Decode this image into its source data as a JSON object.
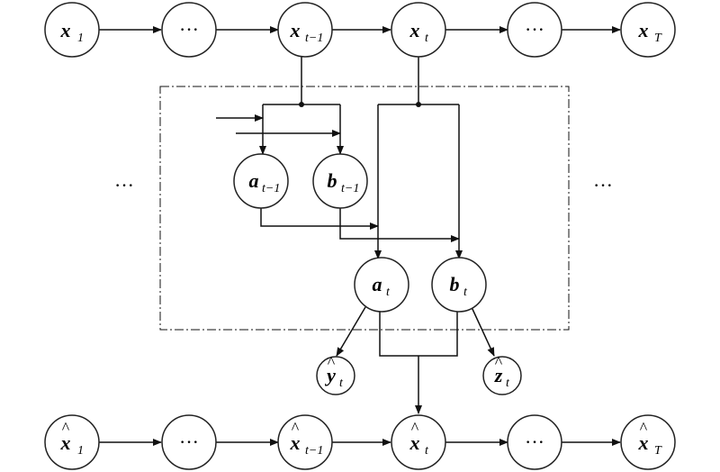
{
  "top_nodes": [
    {
      "var": "x",
      "sub": "1",
      "hat": ""
    },
    {
      "var": "",
      "sub": "",
      "hat": "",
      "dots": "···"
    },
    {
      "var": "x",
      "sub": "t−1",
      "hat": ""
    },
    {
      "var": "x",
      "sub": "t",
      "hat": ""
    },
    {
      "var": "",
      "sub": "",
      "hat": "",
      "dots": "···"
    },
    {
      "var": "x",
      "sub": "T",
      "hat": ""
    }
  ],
  "bottom_nodes": [
    {
      "var": "x",
      "sub": "1",
      "hat": "^"
    },
    {
      "var": "",
      "sub": "",
      "hat": "",
      "dots": "···"
    },
    {
      "var": "x",
      "sub": "t−1",
      "hat": "^"
    },
    {
      "var": "x",
      "sub": "t",
      "hat": "^"
    },
    {
      "var": "",
      "sub": "",
      "hat": "",
      "dots": "···"
    },
    {
      "var": "x",
      "sub": "T",
      "hat": "^"
    }
  ],
  "hidden_nodes": {
    "a_prev": {
      "var": "a",
      "sub": "t−1"
    },
    "b_prev": {
      "var": "b",
      "sub": "t−1"
    },
    "a_t": {
      "var": "a",
      "sub": "t"
    },
    "b_t": {
      "var": "b",
      "sub": "t"
    }
  },
  "output_nodes": {
    "y_hat": {
      "var": "y",
      "sub": "t",
      "hat": "^"
    },
    "z_hat": {
      "var": "z",
      "sub": "t",
      "hat": "^"
    }
  },
  "side_dots": {
    "left": "···",
    "right": "···"
  }
}
